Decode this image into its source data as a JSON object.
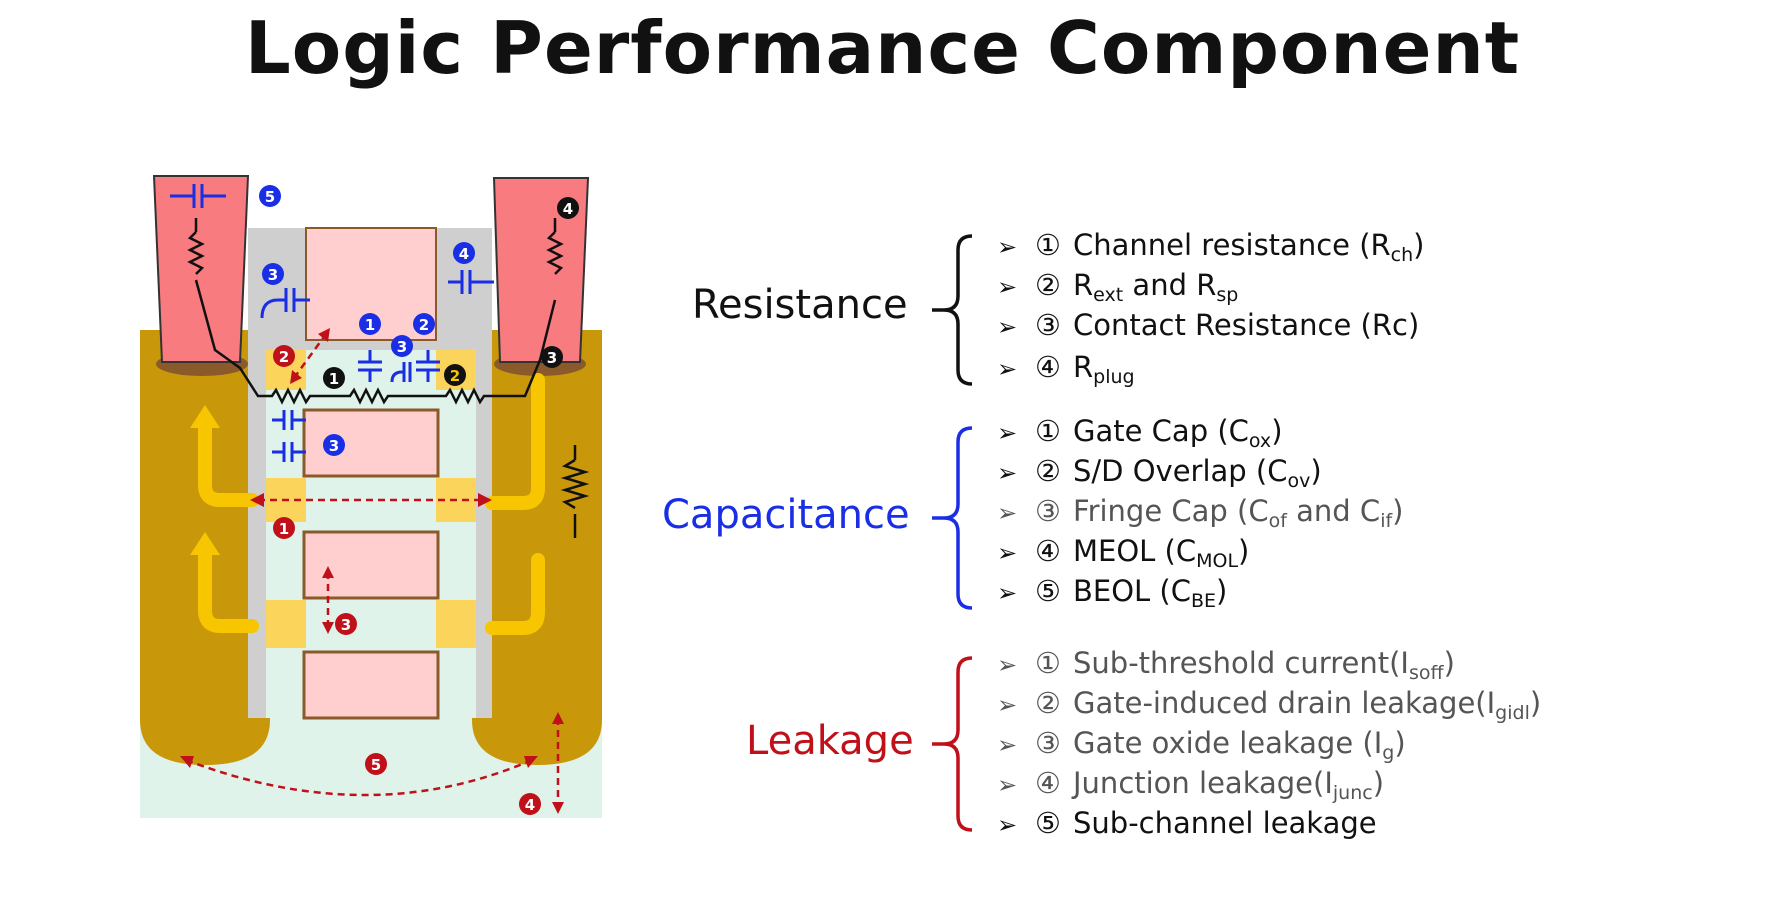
{
  "title": "Logic Performance Component",
  "categories": [
    {
      "label": "Resistance",
      "color": "#111111",
      "items": [
        {
          "num": "①",
          "text": "Channel resistance (R",
          "sub": "ch",
          "after": ")"
        },
        {
          "num": "②",
          "text": "R",
          "sub": "ext",
          "after": " and R",
          "sub2": "sp",
          "after2": ""
        },
        {
          "num": "③",
          "text": "Contact Resistance (Rc)",
          "sub": "",
          "after": ""
        },
        {
          "num": "④",
          "text": "R",
          "sub": "plug",
          "after": ""
        }
      ]
    },
    {
      "label": "Capacitance",
      "color": "#1a2ee6",
      "items": [
        {
          "num": "①",
          "text": "Gate Cap (C",
          "sub": "ox",
          "after": ")"
        },
        {
          "num": "②",
          "text": "S/D Overlap (C",
          "sub": "ov",
          "after": ")"
        },
        {
          "num": "③",
          "text": "Fringe Cap (C",
          "sub": "of",
          "after": " and C",
          "sub2": "if",
          "after2": ")"
        },
        {
          "num": "④",
          "text": "MEOL (C",
          "sub": "MOL",
          "after": ")"
        },
        {
          "num": "⑤",
          "text": "BEOL (C",
          "sub": "BE",
          "after": ")"
        }
      ]
    },
    {
      "label": "Leakage",
      "color": "#c0101a",
      "items": [
        {
          "num": "①",
          "text": "Sub-threshold current(I",
          "sub": "soff",
          "after": ")"
        },
        {
          "num": "②",
          "text": "Gate-induced drain leakage(I",
          "sub": "gidl",
          "after": ")"
        },
        {
          "num": "③",
          "text": "Gate oxide leakage (I",
          "sub": "g",
          "after": ")"
        },
        {
          "num": "④",
          "text": "Junction leakage(I",
          "sub": "junc",
          "after": ")"
        },
        {
          "num": "⑤",
          "text": "Sub-channel leakage",
          "sub": "",
          "after": ""
        }
      ]
    }
  ],
  "diagram_markers": {
    "resistance": [
      "1",
      "2",
      "3",
      "4"
    ],
    "capacitance": [
      "1",
      "2",
      "3",
      "3",
      "3",
      "4",
      "5"
    ],
    "leakage": [
      "1",
      "2",
      "3",
      "4",
      "5"
    ]
  },
  "colors": {
    "metal": "#f77b7f",
    "gold": "#c8980a",
    "yellow_arrow": "#f7c600",
    "gate": "#ffcfcf",
    "spacer": "#cfcfcf",
    "substrate": "#dff3ea",
    "highlight": "#fbd55b",
    "black_marker": "#111111",
    "blue_marker": "#1a2ee6",
    "red_marker": "#c0101a"
  }
}
